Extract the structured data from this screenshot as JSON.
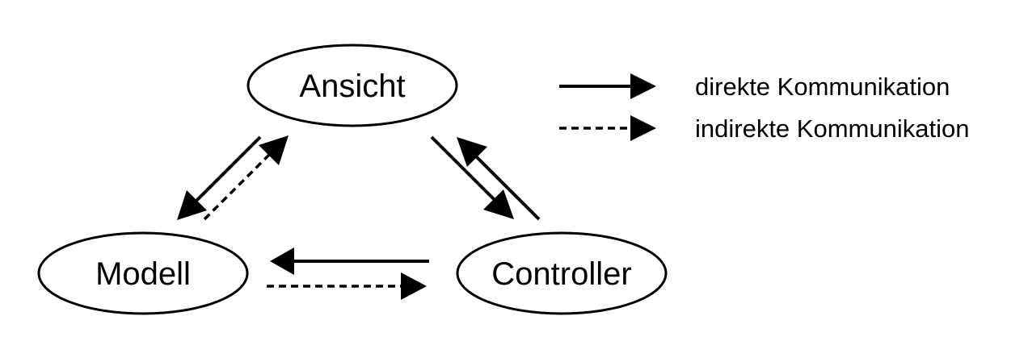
{
  "nodes": {
    "ansicht": "Ansicht",
    "modell": "Modell",
    "controller": "Controller"
  },
  "legend": {
    "direct": "direkte Kommunikation",
    "indirect": "indirekte Kommunikation"
  },
  "colors": {
    "stroke": "#000000",
    "background": "#ffffff"
  }
}
